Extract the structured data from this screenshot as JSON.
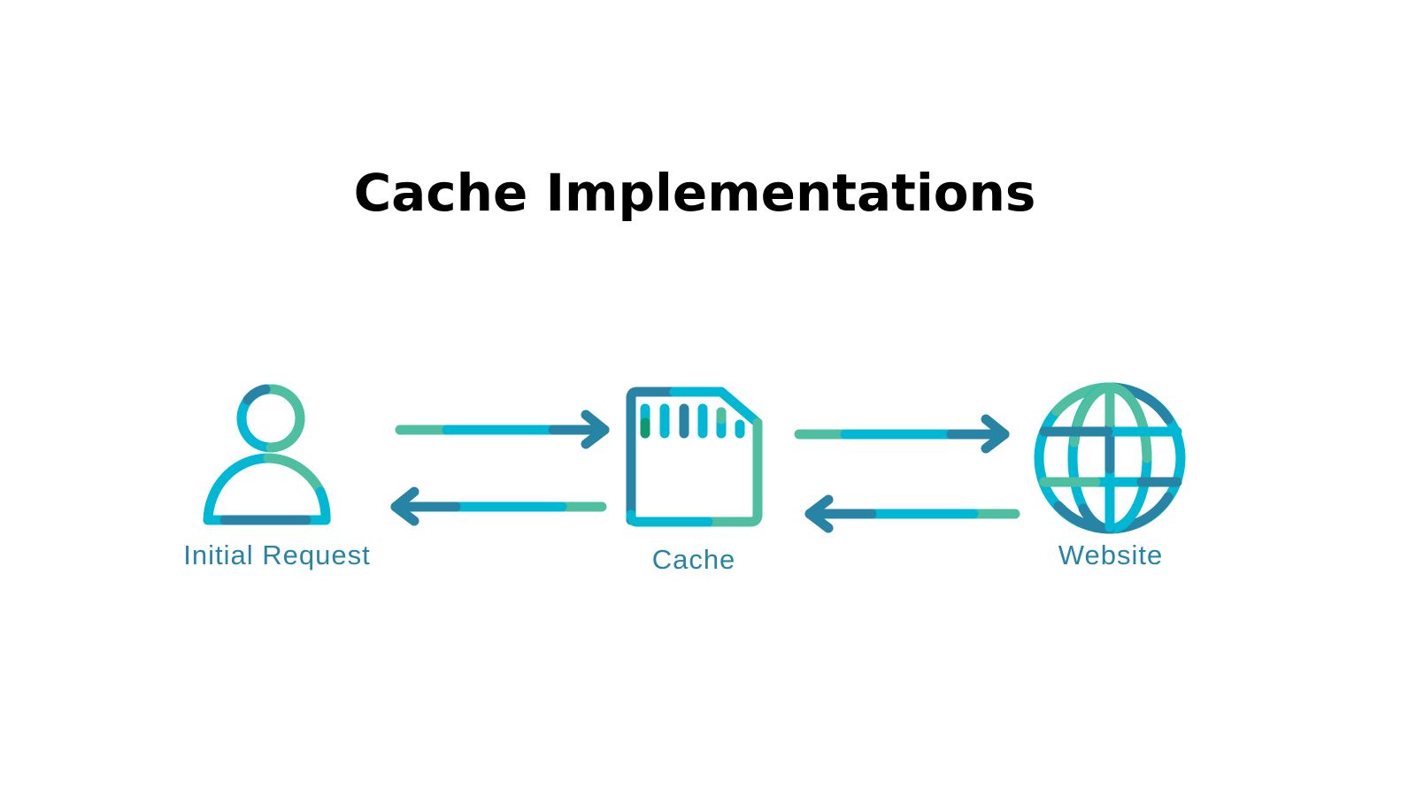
{
  "title": "Cache Implementations",
  "nodes": {
    "user": {
      "label": "Initial Request",
      "icon": "person-icon"
    },
    "cache": {
      "label": "Cache",
      "icon": "memory-card-icon"
    },
    "website": {
      "label": "Website",
      "icon": "globe-icon"
    }
  },
  "colors": {
    "green": "#4ebfa0",
    "cyan": "#00b8d4",
    "dark": "#2784a4",
    "title": "#000000"
  }
}
